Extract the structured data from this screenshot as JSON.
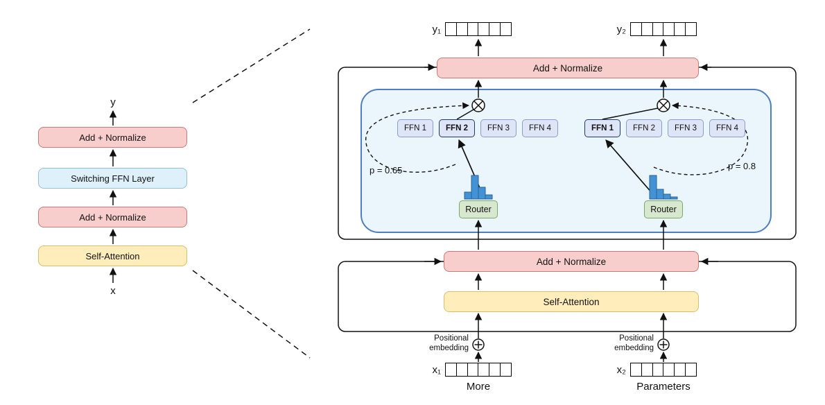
{
  "figure": {
    "colors": {
      "norm_fill": "#f8cecc",
      "norm_stroke": "#c97a74",
      "attn_fill": "#ffeebc",
      "attn_stroke": "#d9bd68",
      "switch_fill": "#def1fb",
      "switch_stroke": "#94bfd8",
      "container_fill": "#eaf5fc",
      "container_stroke": "#4d7ec3",
      "ffn_fill": "#dee5f7",
      "ffn_stroke": "#8a9cc9",
      "ffn_selected_stroke": "#1f3864",
      "router_fill": "#d7e8cf",
      "router_stroke": "#7ca866",
      "bar_fill": "#4393d4",
      "bar_stroke": "#2a6099",
      "wire": "#111111"
    },
    "left_stack": {
      "output_label": "y",
      "input_label": "x",
      "layers": [
        {
          "label": "Add + Normalize",
          "style": "norm"
        },
        {
          "label": "Switching FFN Layer",
          "style": "switch"
        },
        {
          "label": "Add + Normalize",
          "style": "norm"
        },
        {
          "label": "Self-Attention",
          "style": "attn"
        }
      ]
    },
    "detail": {
      "outputs": [
        {
          "label": "y₁",
          "cells": 6
        },
        {
          "label": "y₂",
          "cells": 6
        }
      ],
      "add_norm_top_label": "Add + Normalize",
      "switch_layer": {
        "groups": [
          {
            "ffn_labels": [
              "FFN 1",
              "FFN 2",
              "FFN 3",
              "FFN 4"
            ],
            "selected_index": 1,
            "p_label": "p = 0.65",
            "router_label": "Router",
            "histogram": [
              0.3,
              1,
              0.5,
              0.18
            ]
          },
          {
            "ffn_labels": [
              "FFN 1",
              "FFN 2",
              "FFN 3",
              "FFN 4"
            ],
            "selected_index": 0,
            "p_label": "p = 0.8",
            "router_label": "Router",
            "histogram": [
              1,
              0.42,
              0.2,
              0.1
            ]
          }
        ]
      },
      "add_norm_bottom_label": "Add + Normalize",
      "self_attention_label": "Self-Attention",
      "positional_embedding_label": "Positional\nembedding",
      "inputs": [
        {
          "label": "x₁",
          "word": "More",
          "cells": 6
        },
        {
          "label": "x₂",
          "word": "Parameters",
          "cells": 6
        }
      ]
    }
  }
}
